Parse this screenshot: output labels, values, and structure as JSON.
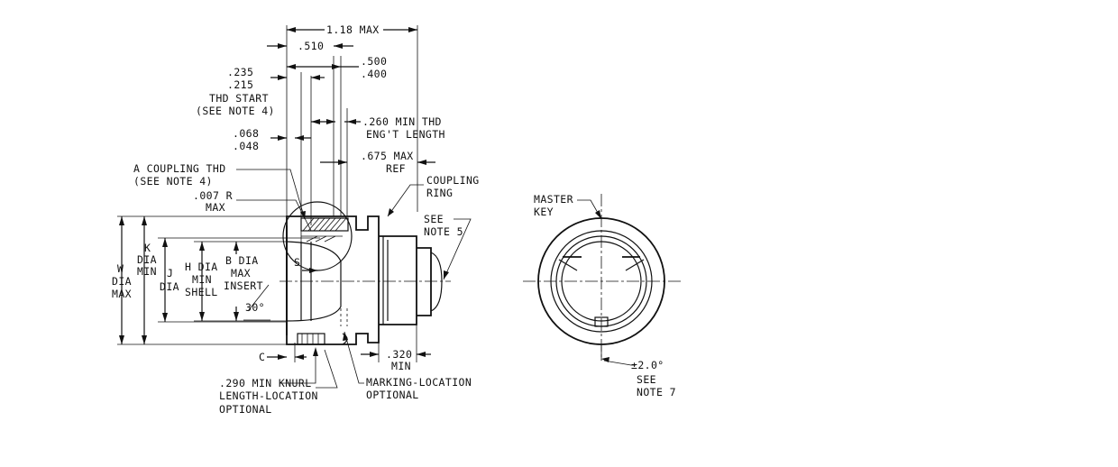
{
  "drawing": {
    "side_view": {
      "dim_overall": "1.18 MAX",
      "dim_510": ".510",
      "dim_500": ".500",
      "dim_400": ".400",
      "thd_start_1": ".235",
      "thd_start_2": ".215",
      "thd_start_3": "THD START",
      "thd_start_4": "(SEE NOTE 4)",
      "thd_len_1": ".260 MIN THD",
      "thd_len_2": "ENG'T LENGTH",
      "dim_068": ".068",
      "dim_048": ".048",
      "dim_675_1": ".675 MAX",
      "dim_675_2": "REF",
      "coupling_thd_1": "A COUPLING THD",
      "coupling_thd_2": "(SEE NOTE 4)",
      "radius_1": ".007 R",
      "radius_2": "MAX",
      "coupling_ring_1": "COUPLING",
      "coupling_ring_2": "RING",
      "see_note5_1": "SEE",
      "see_note5_2": "NOTE 5",
      "w_1": "W",
      "w_2": "DIA",
      "w_3": "MAX",
      "k_1": "K",
      "k_2": "DIA",
      "k_3": "MIN",
      "j_1": "J",
      "j_2": "DIA",
      "h_1": "H DIA",
      "h_2": "MIN",
      "h_3": "SHELL",
      "b_1": "B DIA",
      "b_2": "MAX",
      "b_3": "INSERT",
      "s": "S",
      "angle": "30°",
      "c": "C",
      "dim_320_1": ".320",
      "dim_320_2": "MIN",
      "knurl_1": ".290 MIN KNURL",
      "knurl_2": "LENGTH-LOCATION",
      "knurl_3": "OPTIONAL",
      "marking_1": "MARKING-LOCATION",
      "marking_2": "OPTIONAL"
    },
    "end_view": {
      "master_1": "MASTER",
      "master_2": "KEY",
      "tol": "±2.0°",
      "see_note7_1": "SEE",
      "see_note7_2": "NOTE 7"
    }
  }
}
